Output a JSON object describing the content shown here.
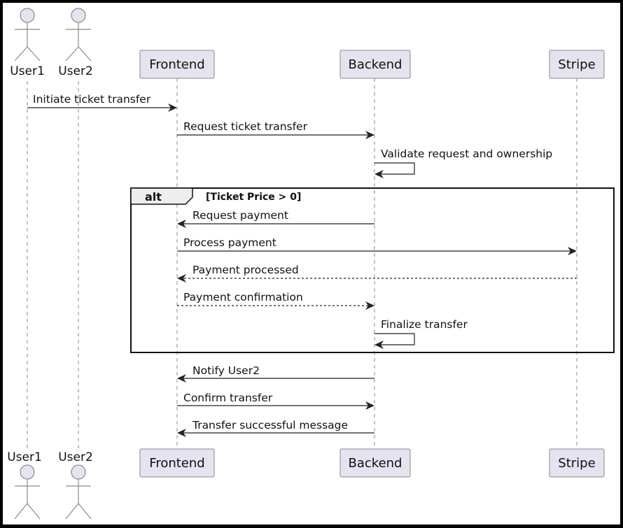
{
  "diagram": {
    "actors": [
      {
        "id": "user1",
        "label": "User1"
      },
      {
        "id": "user2",
        "label": "User2"
      }
    ],
    "participants": [
      {
        "id": "frontend",
        "label": "Frontend"
      },
      {
        "id": "backend",
        "label": "Backend"
      },
      {
        "id": "stripe",
        "label": "Stripe"
      }
    ],
    "messages": [
      {
        "text": "Initiate ticket transfer",
        "from": "user1",
        "to": "frontend",
        "style": "solid"
      },
      {
        "text": "Request ticket transfer",
        "from": "frontend",
        "to": "backend",
        "style": "solid"
      },
      {
        "text": "Validate request and ownership",
        "from": "backend",
        "to": "backend",
        "style": "solid"
      },
      {
        "text": "Request payment",
        "from": "backend",
        "to": "frontend",
        "style": "solid"
      },
      {
        "text": "Process payment",
        "from": "frontend",
        "to": "stripe",
        "style": "solid"
      },
      {
        "text": "Payment processed",
        "from": "stripe",
        "to": "frontend",
        "style": "dashed"
      },
      {
        "text": "Payment confirmation",
        "from": "frontend",
        "to": "backend",
        "style": "dashed"
      },
      {
        "text": "Finalize transfer",
        "from": "backend",
        "to": "backend",
        "style": "solid"
      },
      {
        "text": "Notify User2",
        "from": "backend",
        "to": "frontend",
        "style": "solid"
      },
      {
        "text": "Confirm transfer",
        "from": "frontend",
        "to": "backend",
        "style": "solid"
      },
      {
        "text": "Transfer successful message",
        "from": "backend",
        "to": "frontend",
        "style": "solid"
      }
    ],
    "alt_fragment": {
      "keyword": "alt",
      "condition": "[Ticket Price > 0]"
    }
  }
}
